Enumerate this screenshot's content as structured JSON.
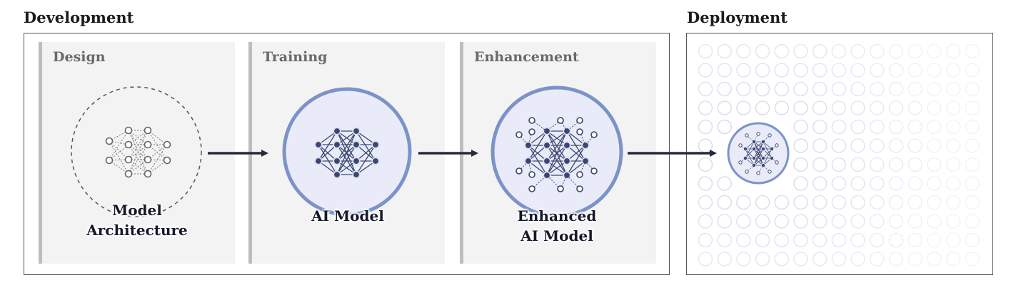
{
  "sections": {
    "development": "Development",
    "deployment": "Deployment"
  },
  "stages": {
    "design": {
      "title": "Design",
      "label": "Model\nArchitecture"
    },
    "training": {
      "title": "Training",
      "label": "AI Model"
    },
    "enhancement": {
      "title": "Enhancement",
      "label": "Enhanced\nAI Model"
    }
  },
  "colors": {
    "accent": "#7b93c8",
    "node": "#3b4670",
    "circle_fill": "#e9ecf8",
    "panel_bg": "#f4f3f3",
    "arrow": "#262a3a"
  }
}
